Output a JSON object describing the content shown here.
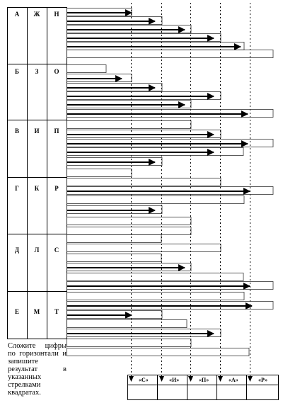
{
  "groups": [
    {
      "letters": [
        "А",
        "Ж",
        "Н"
      ]
    },
    {
      "letters": [
        "Б",
        "З",
        "О"
      ]
    },
    {
      "letters": [
        "В",
        "И",
        "П"
      ]
    },
    {
      "letters": [
        "Г",
        "К",
        "Р"
      ]
    },
    {
      "letters": [
        "Д",
        "Л",
        "С"
      ]
    },
    {
      "letters": [
        "Е",
        "М",
        "Т"
      ]
    }
  ],
  "instruction": "Сложите цифры по горизонтали и запишите результат в указанных стрелками квадратах.",
  "answer_labels": [
    "«С»",
    "«И»",
    "«П»",
    "«А»",
    "«Р»"
  ],
  "colors": {
    "ink": "#000000",
    "paper": "#ffffff",
    "box_border": "#333333"
  }
}
